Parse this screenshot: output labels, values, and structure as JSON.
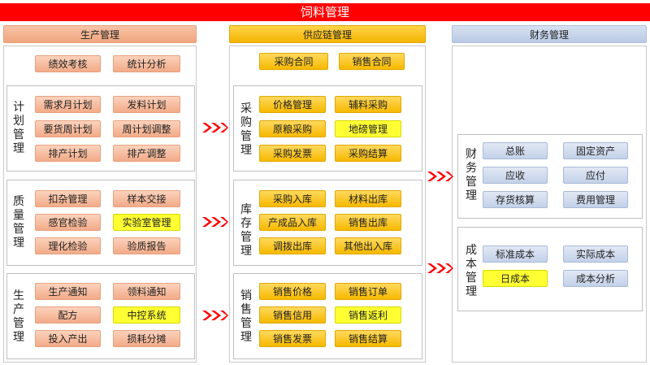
{
  "title": "饲料管理",
  "columns": {
    "production": "生产管理",
    "supply_chain": "供应链管理",
    "finance": "财务管理"
  },
  "production": {
    "top": [
      "绩效考核",
      "统计分析"
    ],
    "plan": {
      "label": "计划管理",
      "items": [
        "需求月计划",
        "发料计划",
        "要货周计划",
        "周计划调整",
        "排产计划",
        "排产调整"
      ]
    },
    "quality": {
      "label": "质量管理",
      "items": [
        "扣杂管理",
        "样本交接",
        "感官检验",
        "实验室管理",
        "理化检验",
        "验质报告"
      ]
    },
    "prod": {
      "label": "生产管理",
      "items": [
        "生产通知",
        "领料通知",
        "配方",
        "中控系统",
        "投入产出",
        "损耗分摊"
      ]
    }
  },
  "supply": {
    "top": [
      "采购合同",
      "销售合同"
    ],
    "purchase": {
      "label": "采购管理",
      "items": [
        "价格管理",
        "辅料采购",
        "原粮采购",
        "地磅管理",
        "采购发票",
        "采购结算"
      ]
    },
    "stock": {
      "label": "库存管理",
      "items": [
        "采购入库",
        "材料出库",
        "产成品入库",
        "销售出库",
        "调拨出库",
        "其他出入库"
      ]
    },
    "sales": {
      "label": "销售管理",
      "items": [
        "销售价格",
        "销售订单",
        "销售信用",
        "销售返利",
        "销售发票",
        "销售结算"
      ]
    }
  },
  "finance": {
    "fin": {
      "label": "财务管理",
      "items": [
        "总账",
        "固定资产",
        "应收",
        "应付",
        "存货核算",
        "费用管理"
      ]
    },
    "cost": {
      "label": "成本管理",
      "items": [
        "标准成本",
        "实际成本",
        "日成本",
        "成本分析"
      ]
    }
  },
  "colors": {
    "title_bar": "#ff0000",
    "arrow": "#ff0000",
    "highlight": "#ffff33"
  }
}
